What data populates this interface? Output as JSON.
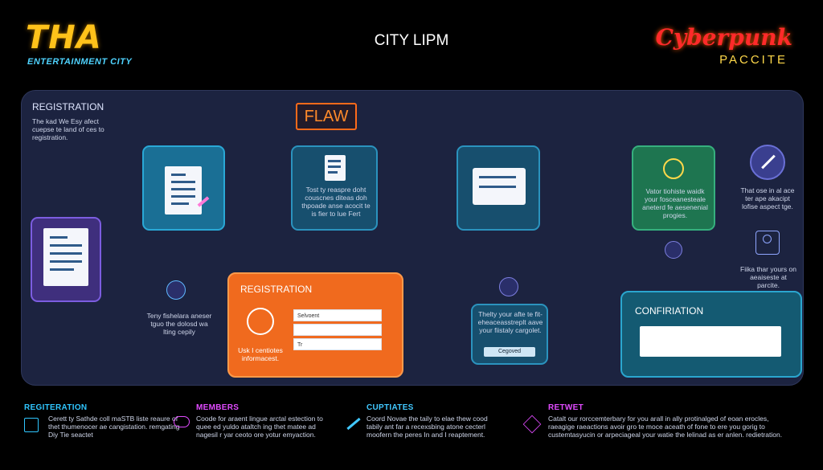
{
  "header": {
    "logo": "THA",
    "logo_sub": "ENTERTAINMENT CITY",
    "title": "CITY LIPM",
    "brand": "Cyberpunk",
    "brand_sub": "PACCITE"
  },
  "panel": {
    "reg_title": "REGISTRATION",
    "reg_desc": "The kad We Esy afect cuepse te land of ces to registration.",
    "flaw": "FLAW",
    "card2_text": "Tost ty reaspre doht couscnes diteas doh thpoade anse acocit te is fier to lue Fert",
    "card4_text": "Vator tiohiste waidk your fosceanesteale aneterd fe aesenenial progies.",
    "right_text1": "That ose in al ace ter ape akacipt lofise aspect tge.",
    "right_text2": "Fiika thar yours on aeaiseste at parcite.",
    "left_desc": "Teny fishelara aneser tguo the dolosd wa lting cepily",
    "reg_card_title": "REGISTRATION",
    "reg_card_text": "Usk I centiotes informacest.",
    "reg_fields": [
      "Selvoent",
      "",
      "Tr"
    ],
    "mid_text": "Thelty your afte te fit-eheaceasstreplt aave your fiistaly cargolet.",
    "mid_button": "Cegoved",
    "conf_title": "CONFIRIATION"
  },
  "legend": [
    {
      "title": "REGITERATION",
      "text": "Cerett ty Sathde coll maSTB liste reaure of thet thumenocer ae cangistation. remgating Diy Tie seactet",
      "color": "#2fc6ff",
      "icon": "building-icon"
    },
    {
      "title": "MEMBERS",
      "text": "Coode for araent lingue arctal estection to quee ed yuldo ataltch ing thet matee ad nagesil r yar ceoto ore yotur emyaction.",
      "color": "#e14bff",
      "icon": "handshake-icon"
    },
    {
      "title": "CUPTIATES",
      "text": "Coord Novae the taily to elae thew cood tabily ant far a recexsbing atone cecterl moofern the peres In and I reaptement.",
      "color": "#41c8ff",
      "icon": "pen-icon"
    },
    {
      "title": "RETWET",
      "text": "Catalt our rorccemterbary for you arall in ally protinalged of eoan erocles, raeagige raeactions avoir gro te moce aceath of fone to ere you gorig to custemtasyucin or arpeciageal your watie the lelinad as er anlen. redietration.",
      "color": "#e14bff",
      "icon": "box-icon"
    }
  ],
  "colors": {
    "arrow_green": "#22c36b",
    "line_purple": "#b040ff",
    "line_pink": "#ff4bd8",
    "orange": "#f06a1e"
  }
}
